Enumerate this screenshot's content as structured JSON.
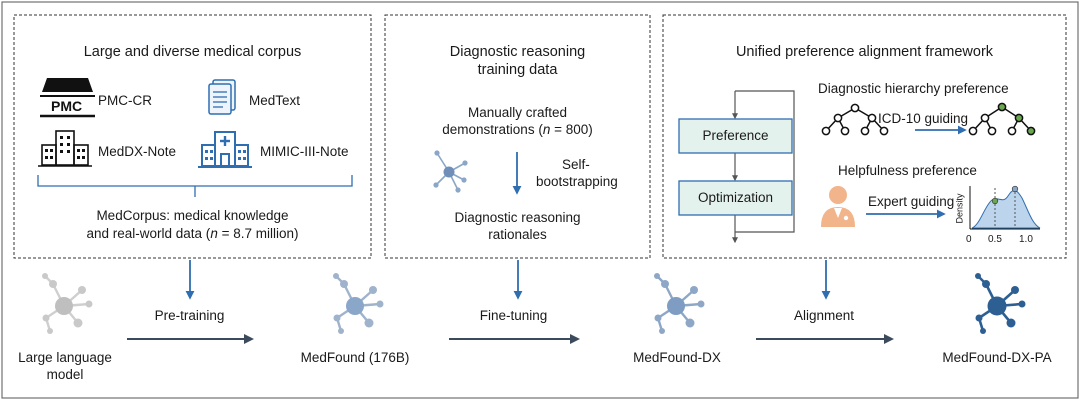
{
  "colors": {
    "accent_blue": "#2f6eb0",
    "dark_arrow": "#3b4a5c",
    "light_fill": "#e4f2ee",
    "node_dark": "#2e5f93",
    "node_gray": "#bfbfbf",
    "node_mid": "#8aa6c8",
    "expert_orange": "#f2b48a",
    "density_fill": "#bcd4ec",
    "tree_green": "#6aa84f"
  },
  "panel1": {
    "title": "Large and diverse medical corpus",
    "pmc_logo": "PMC",
    "items": [
      "PMC-CR",
      "MedText",
      "MedDX-Note",
      "MIMIC-III-Note"
    ],
    "summary_line1": "MedCorpus: medical knowledge",
    "summary_line2_pre": "and real-world data (",
    "summary_n": "n",
    "summary_line2_post": " = 8.7 million)"
  },
  "panel2": {
    "title_line1": "Diagnostic reasoning",
    "title_line2": "training data",
    "demo_line1": "Manually crafted",
    "demo_line2_pre": "demonstrations (",
    "demo_n": "n",
    "demo_line2_post": " = 800)",
    "bootstrap_line1": "Self-",
    "bootstrap_line2": "bootstrapping",
    "rationale_line1": "Diagnostic reasoning",
    "rationale_line2": "rationales"
  },
  "panel3": {
    "title": "Unified preference alignment framework",
    "loop_boxes": [
      "Preference",
      "Optimization"
    ],
    "hierarchy_title": "Diagnostic hierarchy preference",
    "icd_label": "ICD-10 guiding",
    "helpfulness_title": "Helpfulness preference",
    "expert_label": "Expert guiding",
    "density_axis": "Density",
    "density_ticks": [
      "0",
      "0.5",
      "1.0"
    ]
  },
  "pipeline": {
    "stages": [
      {
        "line1": "Large language",
        "line2": "model"
      },
      {
        "line1": "MedFound (176B)"
      },
      {
        "line1": "MedFound-DX"
      },
      {
        "line1": "MedFound-DX-PA"
      }
    ],
    "steps": [
      "Pre-training",
      "Fine-tuning",
      "Alignment"
    ]
  }
}
